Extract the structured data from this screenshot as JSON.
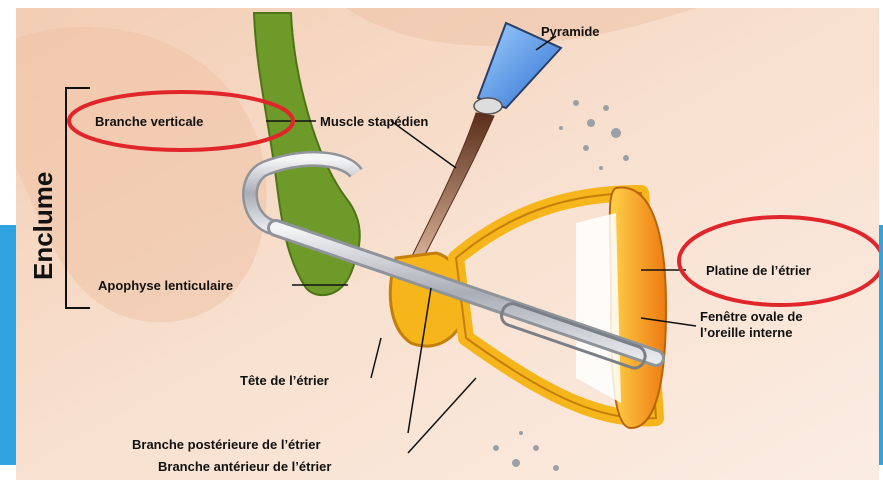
{
  "colors": {
    "slide_accent": "#2ea3e0",
    "background_skin": "#f6dcc8",
    "incus_green": "#6e9a2a",
    "stapes_yellow": "#f5b51b",
    "stapes_orange": "#f08a12",
    "highlight_circle": "#e0262b",
    "pyramid_blue": "#5aa0e6",
    "muscle_brown": "#8a5234",
    "instrument_grey": "#b9bcc2"
  },
  "labels": {
    "enclume": "Enclume",
    "branche_verticale": "Branche verticale",
    "muscle_stapedien": "Muscle stapédien",
    "pyramide": "Pyramide",
    "apophyse_lenticulaire": "Apophyse lenticulaire",
    "platine": "Platine de l’étrier",
    "fenetre_ovale_1": "Fenêtre ovale de",
    "fenetre_ovale_2": "l’oreille interne",
    "tete": "Tête de l’étrier",
    "branche_posterieure": "Branche postérieure de l’étrier",
    "branche_anterieure": "Branche antérieur de l’étrier"
  },
  "highlighted": [
    "Branche verticale",
    "Platine de l’étrier"
  ]
}
